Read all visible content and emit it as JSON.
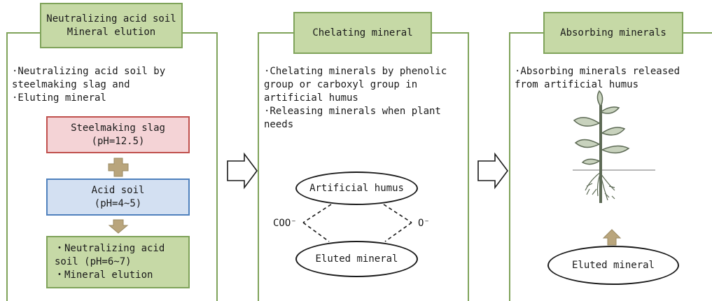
{
  "panels": [
    {
      "title": "Neutralizing acid soil\nMineral elution",
      "description": "·Neutralizing acid soil by\n steelmaking slag and\n·Eluting mineral",
      "boxes": [
        {
          "text": "Steelmaking slag\n(pH=12.5)",
          "color": "#f4d3d6"
        },
        {
          "text": "Acid soil\n(pH=4~5)",
          "color": "#d3e0f2"
        },
        {
          "text": "・Neutralizing acid\nsoil (pH=6~7)\n・Mineral elution",
          "color": "#c6d9a6"
        }
      ],
      "connectors": [
        "plus-icon",
        "arrow-down-icon"
      ]
    },
    {
      "title": "Chelating mineral",
      "description": "·Chelating minerals by phenolic\n group or carboxyl group in\n artificial humus\n·Releasing minerals when plant\n needs",
      "nodes": [
        "Artificial humus",
        "Eluted mineral"
      ],
      "bond_labels": [
        "COO⁻",
        "O⁻"
      ]
    },
    {
      "title": "Absorbing minerals",
      "description": "·Absorbing minerals released\n from artificial humus",
      "nodes": [
        "Eluted mineral"
      ],
      "image": "plant-icon"
    }
  ],
  "flow_arrows": [
    "arrow-right-icon",
    "arrow-right-icon"
  ],
  "colors": {
    "panel_border": "#7fa35a",
    "header_fill": "#c6d9a6",
    "arrow_fill": "#b9a57c"
  }
}
